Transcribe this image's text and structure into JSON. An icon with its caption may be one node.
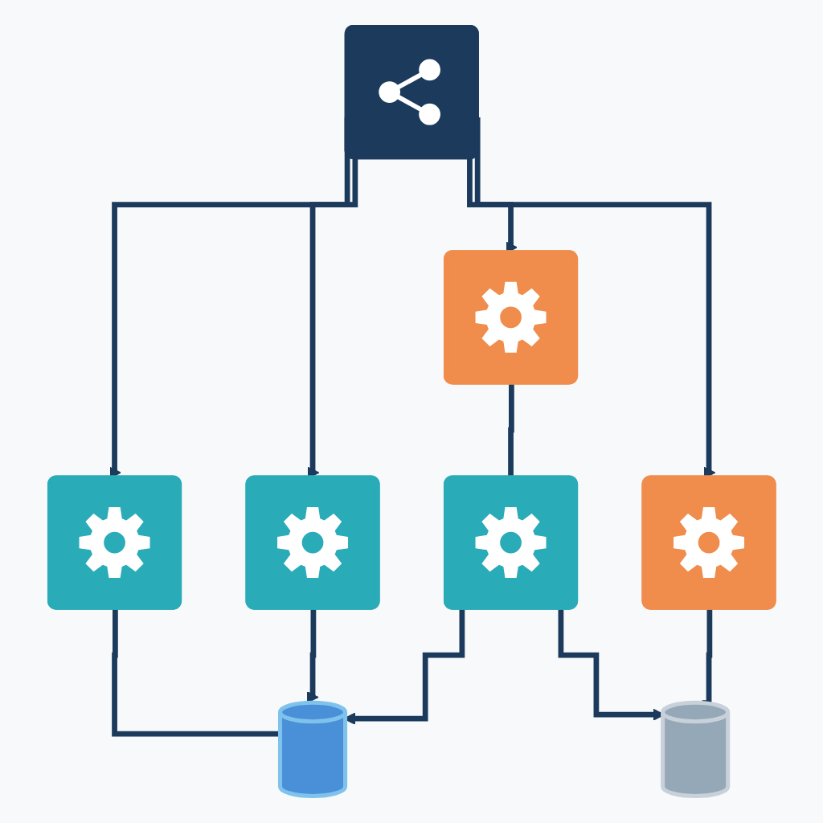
{
  "diagram": {
    "nodes": [
      {
        "text": [],
        "shape": "box"
      },
      {
        "text": [],
        "shape": "box"
      },
      {
        "text": [],
        "shape": "box"
      },
      {
        "text": [],
        "shape": "box"
      },
      {
        "text": [],
        "shape": "box"
      },
      {
        "text": [],
        "shape": "cylinder"
      },
      {
        "text": [],
        "shape": "box"
      },
      {
        "text": [],
        "shape": "cylinder"
      }
    ],
    "edges": [
      {
        "from": 0,
        "to": 1,
        "arrow": "to"
      },
      {
        "from": 0,
        "to": 2,
        "arrow": "to"
      },
      {
        "from": 0,
        "to": 3,
        "arrow": "to"
      },
      {
        "from": 0,
        "to": 4,
        "arrow": "to"
      },
      {
        "from": 1,
        "to": 5,
        "arrow": "none"
      },
      {
        "from": 2,
        "to": 5,
        "arrow": "to"
      },
      {
        "from": 6,
        "to": 5,
        "arrow": "to"
      },
      {
        "from": 3,
        "to": 6,
        "arrow": "none"
      },
      {
        "from": 6,
        "to": 7,
        "arrow": "to"
      },
      {
        "from": 4,
        "to": 7,
        "arrow": "none"
      }
    ]
  }
}
